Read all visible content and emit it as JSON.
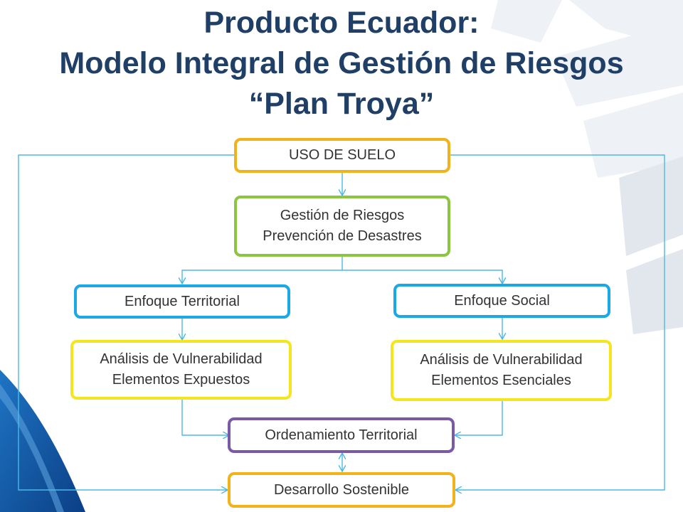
{
  "title": {
    "line1": "Producto Ecuador:",
    "line2": "Modelo Integral de Gestión de Riesgos",
    "line3": "“Plan Troya”"
  },
  "nodes": {
    "uso_suelo": "USO DE SUELO",
    "gestion_line1": "Gestión de Riesgos",
    "gestion_line2": "Prevención de Desastres",
    "enfoque_territorial": "Enfoque Territorial",
    "enfoque_social": "Enfoque Social",
    "vulnerabilidad_expuestos_line1": "Análisis de Vulnerabilidad",
    "vulnerabilidad_expuestos_line2": "Elementos Expuestos",
    "vulnerabilidad_esenciales_line1": "Análisis de Vulnerabilidad",
    "vulnerabilidad_esenciales_line2": "Elementos Esenciales",
    "ordenamiento": "Ordenamiento Territorial",
    "desarrollo": "Desarrollo Sostenible"
  },
  "colors": {
    "title": "#1f3f66",
    "connector": "#4bb8e8",
    "uso_suelo_border": "#f2b21a",
    "gestion_border": "#8ac640",
    "enfoque_border": "#1ba9e6",
    "vulnerabilidad_border": "#f5e51f",
    "ordenamiento_border": "#7a5aa6",
    "desarrollo_border": "#f2b21a",
    "decor_blue": "#0a5aa8"
  }
}
